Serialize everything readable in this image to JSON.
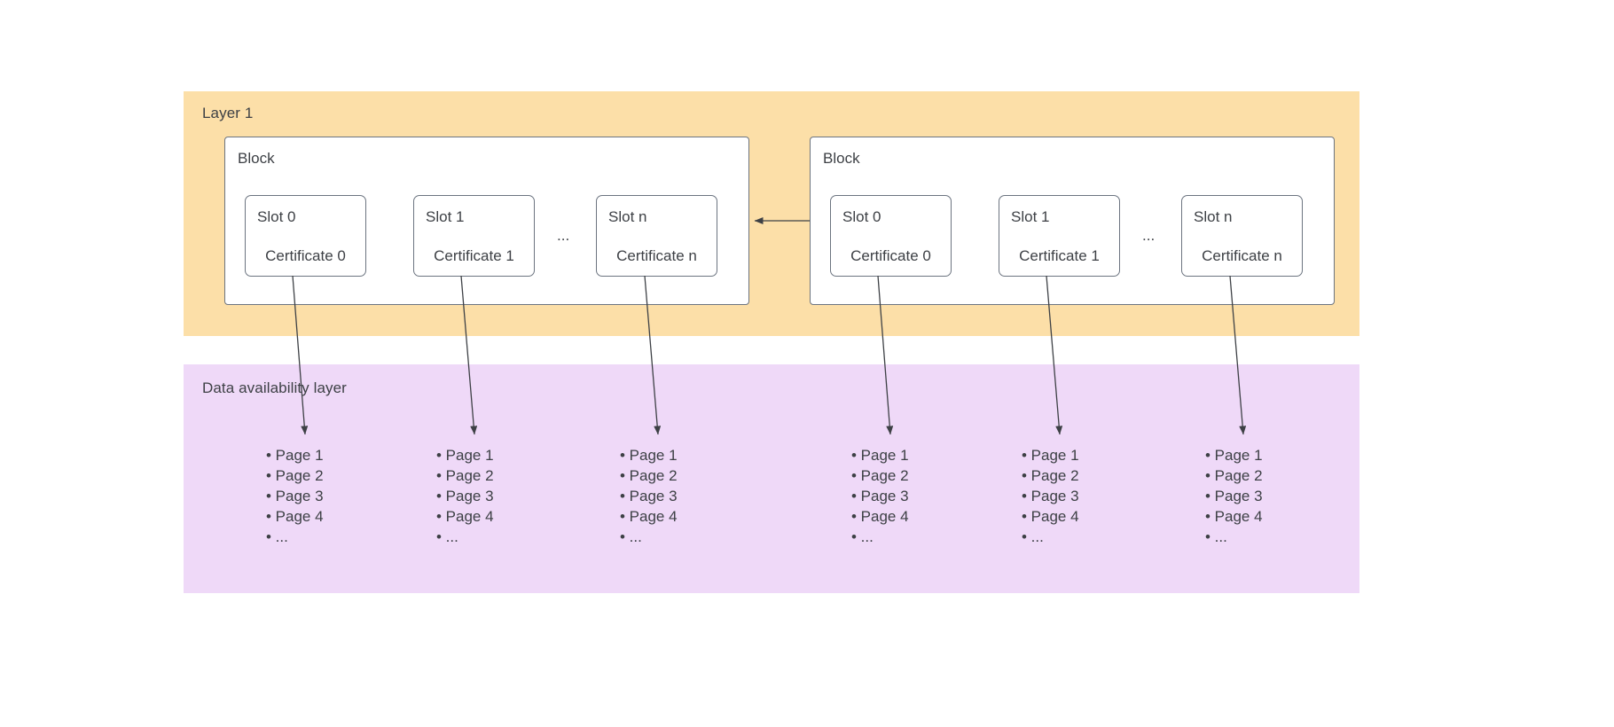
{
  "diagram": {
    "title": "Layer 1 blocks with certificates anchored to a data availability layer",
    "colors": {
      "layer1_band": "#fcdfa8",
      "da_band": "#efd9f8",
      "box_border": "#6c7480",
      "text": "#3d4045",
      "arrow": "#3d4045",
      "block_fill": "#ffffff",
      "page_background": "#ffffff"
    }
  },
  "layer1": {
    "label": "Layer 1",
    "blocks": [
      {
        "label": "Block",
        "slots": [
          {
            "title": "Slot 0",
            "certificate": "Certificate 0"
          },
          {
            "title": "Slot 1",
            "certificate": "Certificate 1"
          },
          {
            "title": "Slot n",
            "certificate": "Certificate n"
          }
        ],
        "ellipsis": "..."
      },
      {
        "label": "Block",
        "slots": [
          {
            "title": "Slot 0",
            "certificate": "Certificate 0"
          },
          {
            "title": "Slot 1",
            "certificate": "Certificate 1"
          },
          {
            "title": "Slot n",
            "certificate": "Certificate n"
          }
        ],
        "ellipsis": "..."
      }
    ]
  },
  "data_availability_layer": {
    "label": "Data availability layer",
    "page_lists": [
      {
        "items": [
          "• Page 1",
          "• Page 2",
          "• Page 3",
          "• Page 4",
          "• ..."
        ]
      },
      {
        "items": [
          "• Page 1",
          "• Page 2",
          "• Page 3",
          "• Page 4",
          "• ..."
        ]
      },
      {
        "items": [
          "• Page 1",
          "• Page 2",
          "• Page 3",
          "• Page 4",
          "• ..."
        ]
      },
      {
        "items": [
          "• Page 1",
          "• Page 2",
          "• Page 3",
          "• Page 4",
          "• ..."
        ]
      },
      {
        "items": [
          "• Page 1",
          "• Page 2",
          "• Page 3",
          "• Page 4",
          "• ..."
        ]
      },
      {
        "items": [
          "• Page 1",
          "• Page 2",
          "• Page 3",
          "• Page 4",
          "• ..."
        ]
      }
    ]
  }
}
